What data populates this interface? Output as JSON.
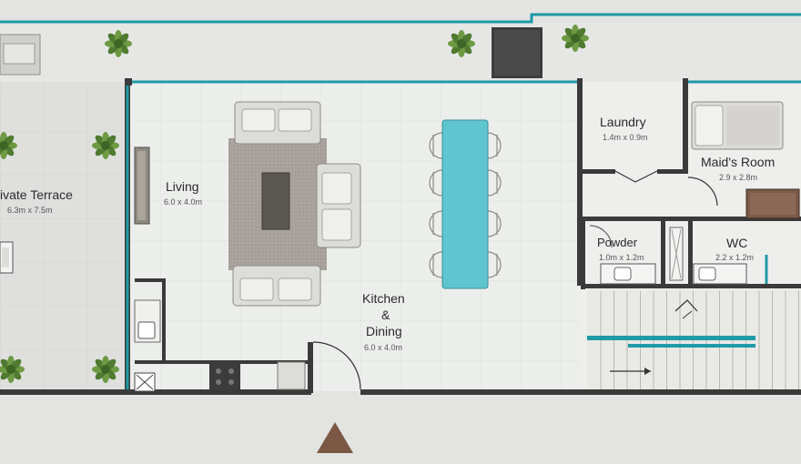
{
  "rooms": {
    "terrace": {
      "name": "ivate Terrace",
      "dims": "6.3m x 7.5m"
    },
    "living": {
      "name": "Living",
      "dims": "6.0 x 4.0m"
    },
    "kitchen": {
      "line1": "Kitchen",
      "line2": "&",
      "line3": "Dining",
      "dims": "6.0 x 4.0m"
    },
    "laundry": {
      "name": "Laundry",
      "dims": "1.4m x 0.9m"
    },
    "maids_room": {
      "name": "Maid's Room",
      "dims": "2.9 x 2.8m"
    },
    "powder": {
      "name": "Powder",
      "dims": "1.0m x 1.2m"
    },
    "wc": {
      "name": "WC",
      "dims": "2.2 x 1.2m"
    }
  },
  "colors": {
    "wall": "#3a3a3a",
    "glazing": "#1f9aa6",
    "floor": "#ecedeb",
    "outside": "#e3e4e2",
    "rug": "#a9a19c",
    "dining_table": "#5fc6cf",
    "entrance_marker": "#7a5843",
    "plant": "#5f8a3a"
  },
  "icons": [
    "plant-icon",
    "sofa-icon",
    "armchair-icon",
    "bed-icon",
    "sink-icon",
    "toilet-icon",
    "stove-icon",
    "door-swing-icon",
    "entrance-arrow-icon"
  ]
}
